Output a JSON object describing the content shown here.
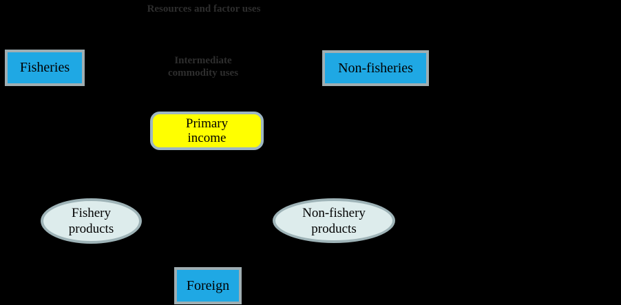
{
  "diagram": {
    "title": "Resources and factor uses",
    "flow_label": {
      "line1": "Intermediate",
      "line2": "commodity uses"
    },
    "nodes": {
      "fisheries": {
        "label": "Fisheries"
      },
      "non_fisheries": {
        "label": "Non-fisheries"
      },
      "primary_income": {
        "line1": "Primary",
        "line2": "income"
      },
      "fishery_products": {
        "line1": "Fishery",
        "line2": "products"
      },
      "non_fishery_products": {
        "line1": "Non-fishery",
        "line2": "products"
      },
      "foreign": {
        "label": "Foreign"
      }
    },
    "colors": {
      "background": "#000000",
      "node_cyan_fill": "#1fa8e4",
      "node_yellow_fill": "#ffff00",
      "node_pale_fill": "#ddecec",
      "node_border_gray": "#a0aeb2",
      "faint_title_text": "#2e2e2e",
      "node_text": "#000000"
    }
  }
}
